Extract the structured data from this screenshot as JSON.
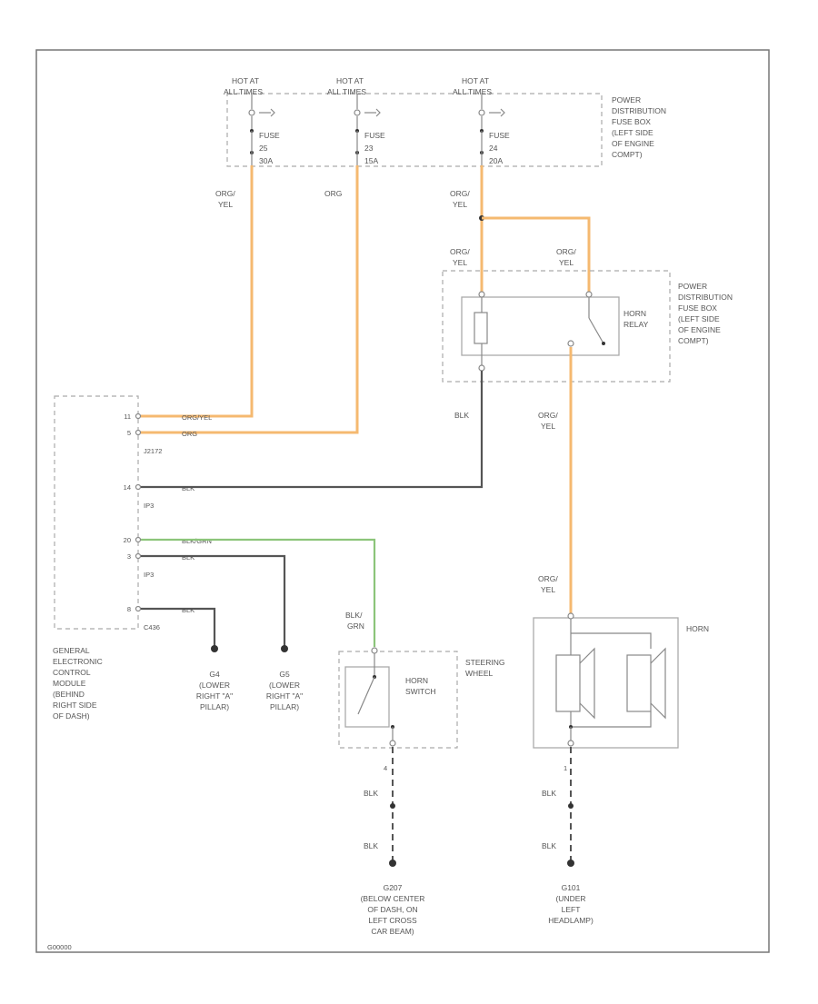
{
  "fuses": [
    {
      "hot": "HOT AT",
      "when": "ALL TIMES",
      "fuse": "FUSE",
      "num": "25",
      "amp": "30A"
    },
    {
      "hot": "HOT AT",
      "when": "ALL TIMES",
      "fuse": "FUSE",
      "num": "23",
      "amp": "15A"
    },
    {
      "hot": "HOT AT",
      "when": "ALL TIMES",
      "fuse": "FUSE",
      "num": "24",
      "amp": "20A"
    }
  ],
  "pdb_top_label": [
    "POWER",
    "DISTRIBUTION",
    "FUSE BOX",
    "(LEFT SIDE",
    "OF ENGINE",
    "COMPT)"
  ],
  "pdb_relay_label": [
    "POWER",
    "DISTRIBUTION",
    "FUSE BOX",
    "(LEFT SIDE",
    "OF ENGINE",
    "COMPT)"
  ],
  "relay_label": [
    "HORN",
    "RELAY"
  ],
  "wires": {
    "w1": [
      "ORG/",
      "YEL"
    ],
    "w2": "ORG",
    "w3": [
      "ORG/",
      "YEL"
    ],
    "w4a": [
      "ORG/",
      "YEL"
    ],
    "w4b": [
      "ORG/",
      "YEL"
    ],
    "relay_blk": "BLK",
    "relay_out": [
      "ORG/",
      "YEL"
    ],
    "horn_in": [
      "ORG/",
      "YEL"
    ],
    "sw_in": [
      "BLK/",
      "GRN"
    ],
    "sw_blk1": "BLK",
    "sw_blk2": "BLK",
    "horn_blk1": "BLK",
    "horn_blk2": "BLK"
  },
  "module": {
    "pins": [
      {
        "num": "11",
        "wire": "ORG/YEL"
      },
      {
        "num": "5",
        "wire": "ORG"
      },
      {
        "conn": "J2172"
      },
      {
        "num": "14",
        "wire": "BLK"
      },
      {
        "conn": "IP3"
      },
      {
        "num": "20",
        "wire": "BLK/GRN"
      },
      {
        "num": "3",
        "wire": "BLK"
      },
      {
        "conn": "IP3"
      },
      {
        "num": "8",
        "wire": "BLK"
      },
      {
        "conn": "C436"
      }
    ],
    "label": [
      "GENERAL",
      "ELECTRONIC",
      "CONTROL",
      "MODULE",
      "(BEHIND",
      "RIGHT SIDE",
      "OF DASH)"
    ]
  },
  "grounds": {
    "g104": [
      "G4",
      "(LOWER",
      "RIGHT \"A\"",
      "PILLAR)"
    ],
    "g105": [
      "G5",
      "(LOWER",
      "RIGHT \"A\"",
      "PILLAR)"
    ],
    "g207": [
      "G207",
      "(BELOW CENTER",
      "OF DASH, ON",
      "LEFT CROSS",
      "CAR BEAM)"
    ],
    "g101": [
      "G101",
      "(UNDER",
      "LEFT",
      "HEADLAMP)"
    ]
  },
  "switch_labels": {
    "name": [
      "HORN",
      "SWITCH"
    ],
    "location": [
      "STEERING",
      "WHEEL"
    ]
  },
  "horn_label": "HORN",
  "pin_numbers": {
    "sw_bottom": "4",
    "horn_bottom": "1"
  },
  "footer": "G00000"
}
